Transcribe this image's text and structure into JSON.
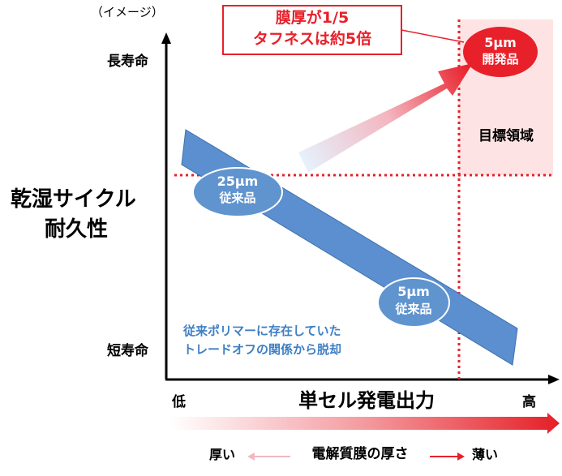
{
  "caption": "（イメージ）",
  "y_axis": {
    "title_line1": "乾湿サイクル",
    "title_line2": "耐久性",
    "top_label": "長寿命",
    "bottom_label": "短寿命"
  },
  "x_axis": {
    "title": "単セル発電出力",
    "left_label": "低",
    "right_label": "高"
  },
  "thickness_axis": {
    "left_label": "厚い",
    "center_label": "電解質膜の厚さ",
    "right_label": "薄い"
  },
  "callout": {
    "line1": "膜厚が1/5",
    "line2": "タフネスは約5倍"
  },
  "target_region": {
    "label": "目標領域"
  },
  "products": {
    "new": {
      "line1": "5μm",
      "line2": "開発品"
    },
    "conventional_25": {
      "line1": "25μm",
      "line2": "従来品"
    },
    "conventional_5": {
      "line1": "5μm",
      "line2": "従来品"
    }
  },
  "tradeoff_note": {
    "line1": "従来ポリマーに存在していた",
    "line2": "トレードオフの関係から脱却"
  },
  "colors": {
    "accent_red": "#e8202a",
    "band_blue": "#5b8fd0",
    "ellipse_blue": "#5f94cf",
    "target_fill": "#fde3e3",
    "note_text": "#3f7fc4"
  }
}
